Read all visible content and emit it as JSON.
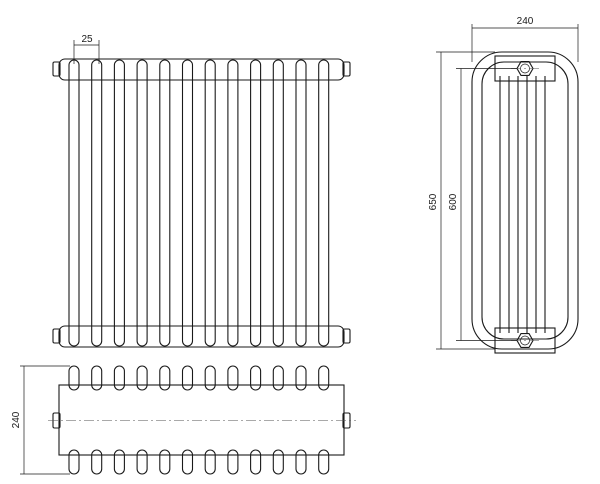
{
  "drawing": {
    "front_view": {
      "tube_pitch_label": "25"
    },
    "side_view": {
      "width_label": "240",
      "total_height_label": "650",
      "center_distance_label": "600"
    },
    "top_view": {
      "depth_label": "240"
    }
  }
}
